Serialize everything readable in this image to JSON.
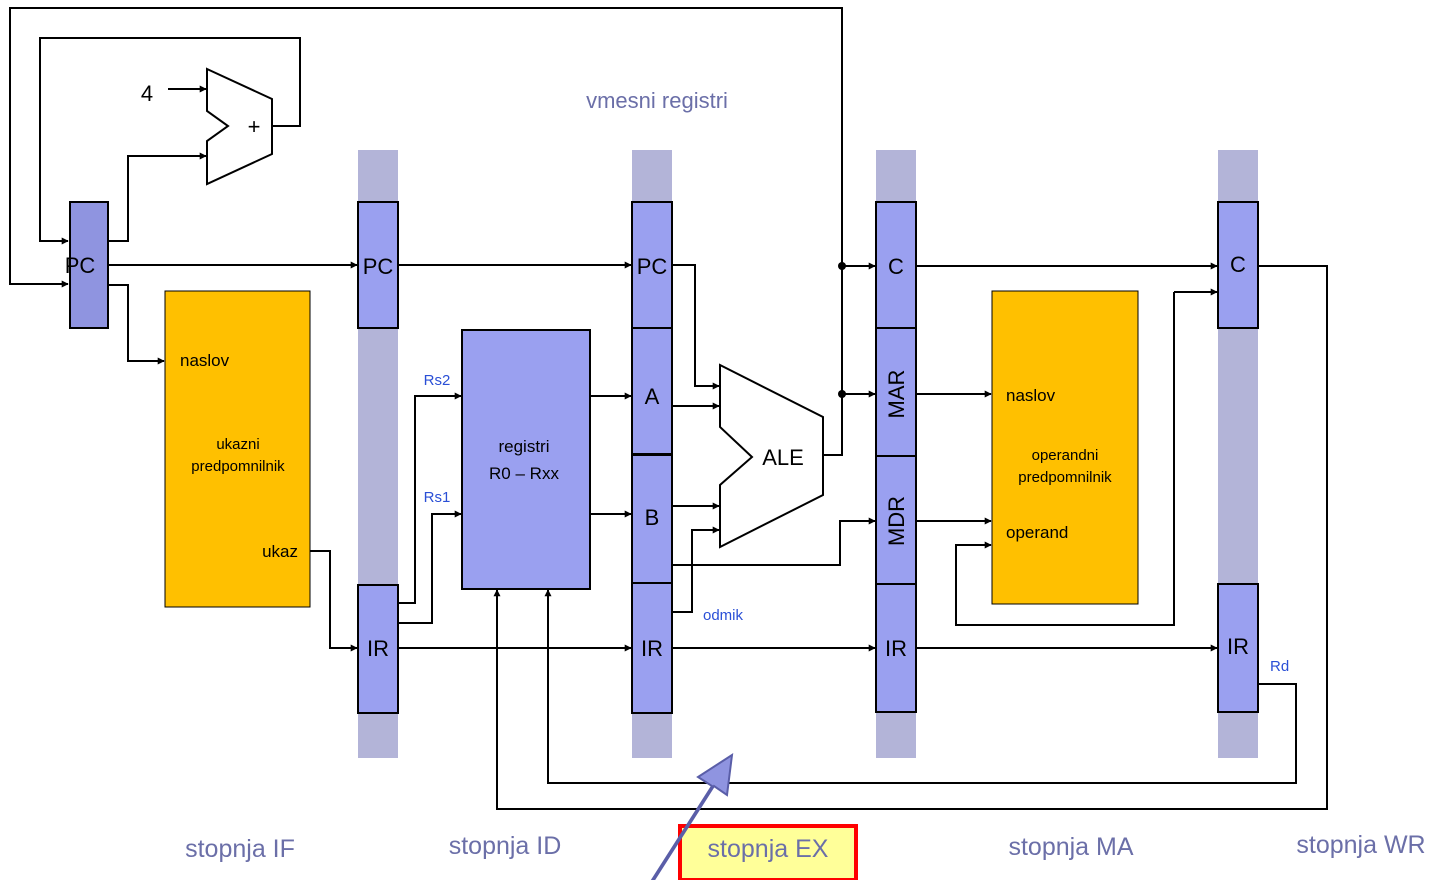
{
  "title": "vmesni registri",
  "constant_4": "4",
  "adder_symbol": "+",
  "registers": {
    "pc_if": "PC",
    "pc_id": "PC",
    "ir_id": "IR",
    "pc_ex": "PC",
    "a_ex": "A",
    "b_ex": "B",
    "ir_ex": "IR",
    "c_ma": "C",
    "mar_ma": "MAR",
    "mdr_ma": "MDR",
    "ir_ma": "IR",
    "c_wr": "C",
    "ir_wr": "IR"
  },
  "instruction_cache": {
    "address": "naslov",
    "name_line1": "ukazni",
    "name_line2": "predpomnilnik",
    "output": "ukaz"
  },
  "register_file": {
    "line1": "registri",
    "line2": "R0 – Rxx",
    "rs2": "Rs2",
    "rs1": "Rs1"
  },
  "alu": "ALE",
  "offset_label": "odmik",
  "rd_label": "Rd",
  "data_cache": {
    "address": "naslov",
    "name_line1": "operandni",
    "name_line2": "predpomnilnik",
    "operand": "operand"
  },
  "stages": {
    "if": "stopnja IF",
    "id": "stopnja ID",
    "ex": "stopnja EX",
    "ma": "stopnja MA",
    "wr": "stopnja WR"
  },
  "colors": {
    "register": "#9aa0f0",
    "register_dark": "#8f94e0",
    "pipeline_bar": "#b3b4d8",
    "cache": "#ffc000",
    "stage_text": "#6b6fa8",
    "highlight_box": "#ff0000",
    "highlight_fill": "#ffff99",
    "arrow_fill": "#8f94e0"
  }
}
